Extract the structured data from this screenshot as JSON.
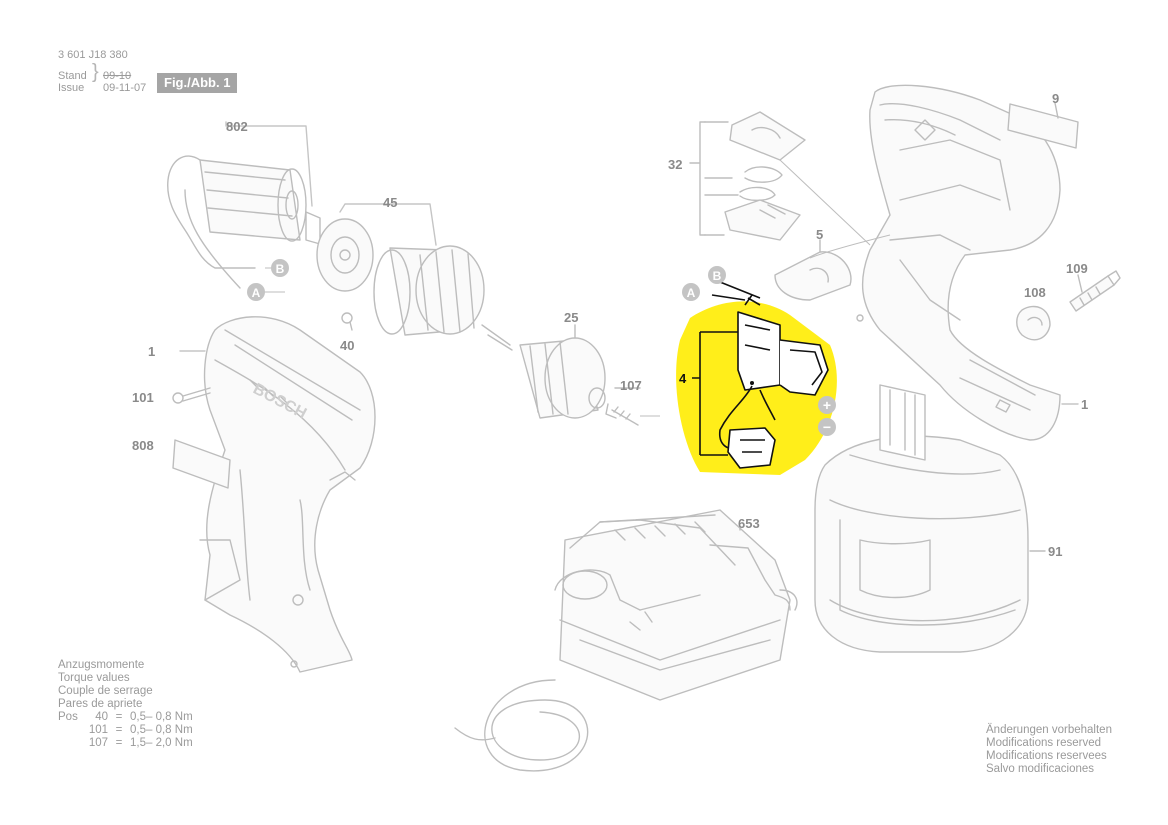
{
  "header": {
    "part_number": "3 601 J18 380",
    "stand_label": "Stand",
    "issue_label": "Issue",
    "stand_date": "09-10",
    "issue_date": "09-11-07",
    "figure_badge": "Fig./Abb. 1"
  },
  "labels": {
    "l802": "802",
    "l45": "45",
    "l40": "40",
    "l25": "25",
    "l107": "107",
    "l1_left": "1",
    "l101": "101",
    "l808": "808",
    "l32": "32",
    "l5": "5",
    "l9": "9",
    "l109": "109",
    "l108": "108",
    "l1_right": "1",
    "l4": "4",
    "l653": "653",
    "l91": "91"
  },
  "connector_markers": {
    "a": "A",
    "b": "B",
    "plus": "+",
    "minus": "−"
  },
  "torque": {
    "title_de": "Anzugsmomente",
    "title_en": "Torque values",
    "title_fr": "Couple de serrage",
    "title_es": "Pares de apriete",
    "pos_label": "Pos",
    "rows": [
      {
        "pos": "40",
        "eq": "=",
        "value": "0,5– 0,8 Nm"
      },
      {
        "pos": "101",
        "eq": "=",
        "value": "0,5– 0,8 Nm"
      },
      {
        "pos": "107",
        "eq": "=",
        "value": "1,5– 2,0 Nm"
      }
    ]
  },
  "notice": {
    "de": "Änderungen vorbehalten",
    "en": "Modifications reserved",
    "fr": "Modifications reservees",
    "es": "Salvo modificaciones"
  },
  "brand_on_tool": "BOSCH",
  "colors": {
    "line_gray": "#bdbdbd",
    "label_gray": "#8a8a8a",
    "highlight_yellow": "#ffee1a",
    "active_part": "#111111",
    "badge_gray": "#a5a5a5"
  }
}
